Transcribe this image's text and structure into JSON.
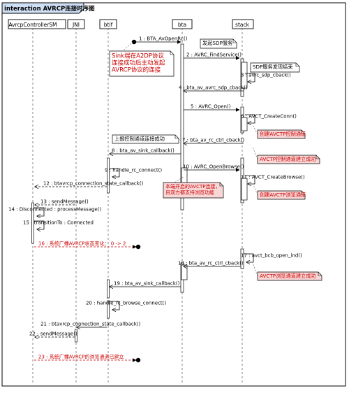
{
  "frame_title": "interaction AVRCP连接时序图",
  "participants": [
    {
      "name": "AvrcpControllerSM"
    },
    {
      "name": "JNI"
    },
    {
      "name": "btif"
    },
    {
      "name": "bta"
    },
    {
      "name": "stack"
    }
  ],
  "messages": [
    {
      "label": "1 : BTA_AvOpenRc()",
      "color": "#000000"
    },
    {
      "label": "2 : AVRC_FindService()",
      "color": "#000000"
    },
    {
      "label": "3 : avrc_sdp_cback()",
      "color": "#000000"
    },
    {
      "label": "4 : bta_av_avrc_sdp_cback()",
      "color": "#000000"
    },
    {
      "label": "5 : AVRC_Open()",
      "color": "#000000"
    },
    {
      "label": "6 : AVCT_CreateConn()",
      "color": "#000000"
    },
    {
      "label": "7 : bta_av_rc_ctrl_cback()",
      "color": "#000000"
    },
    {
      "label": "8 : bta_av_sink_callback()",
      "color": "#000000"
    },
    {
      "label": "9 : handle_rc_connect()",
      "color": "#000000"
    },
    {
      "label": "10 : AVRC_OpenBrowse()",
      "color": "#000000"
    },
    {
      "label": "11 : AVCT_CreateBrowse()",
      "color": "#000000"
    },
    {
      "label": "12 : btavrcp_connection_state_callback()",
      "color": "#000000"
    },
    {
      "label": "13 : sendMessage()",
      "color": "#000000"
    },
    {
      "label": "14 : Disconnected : processMessage()",
      "color": "#000000"
    },
    {
      "label": "15 : transitionTo : Connected",
      "color": "#000000"
    },
    {
      "label": "16 : 系统广播AVRCP状态变化： 0 -> 2",
      "color": "#cc0000"
    },
    {
      "label": "17 : avct_bcb_open_ind()",
      "color": "#000000"
    },
    {
      "label": "18 : bta_av_rc_ctrl_cback()",
      "color": "#000000"
    },
    {
      "label": "19 : bta_av_sink_callback()",
      "color": "#000000"
    },
    {
      "label": "20 : handle_rc_browse_connect()",
      "color": "#000000"
    },
    {
      "label": "21 : btavrcp_connection_state_callback()",
      "color": "#000000"
    },
    {
      "label": "22 : sendMessage()",
      "color": "#000000"
    },
    {
      "label": "23 : 系统广播AVRCP的浏览通道已建立",
      "color": "#cc0000"
    }
  ],
  "notes": [
    {
      "text": "Sink端在A2DP协议\n连接成功后主动发起\nAVRCP协议的连接",
      "color": "#cc0000",
      "fill": "#ffffff"
    },
    {
      "text": "发起SDP服务",
      "color": "#000000",
      "fill": "#ffffff"
    },
    {
      "text": "SDP服务发现结束",
      "color": "#000000",
      "fill": "#ffffff"
    },
    {
      "text": "创建AVCTP控制通道",
      "color": "#cc0000",
      "fill": "#f8d7d7"
    },
    {
      "text": "上报控制通道连接成功",
      "color": "#000000",
      "fill": "#ffffff"
    },
    {
      "text": "AVCTP控制通道建立成功",
      "color": "#cc0000",
      "fill": "#f8d7d7"
    },
    {
      "text": "本端开启的AVCTP连接，\n且双方都支持浏览功能",
      "color": "#cc0000",
      "fill": "#f8d7d7"
    },
    {
      "text": "创建AVCTP浏览通道",
      "color": "#cc0000",
      "fill": "#f8d7d7"
    },
    {
      "text": "AVCTP浏览通道建立成功",
      "color": "#cc0000",
      "fill": "#f8d7d7"
    }
  ],
  "colors": {
    "lifeline": "#666666",
    "activation_fill": "#ffffff",
    "highlight_red": "#cc0000",
    "note_pink": "#f8d7d7",
    "frame_header": "#cfe0f5"
  }
}
